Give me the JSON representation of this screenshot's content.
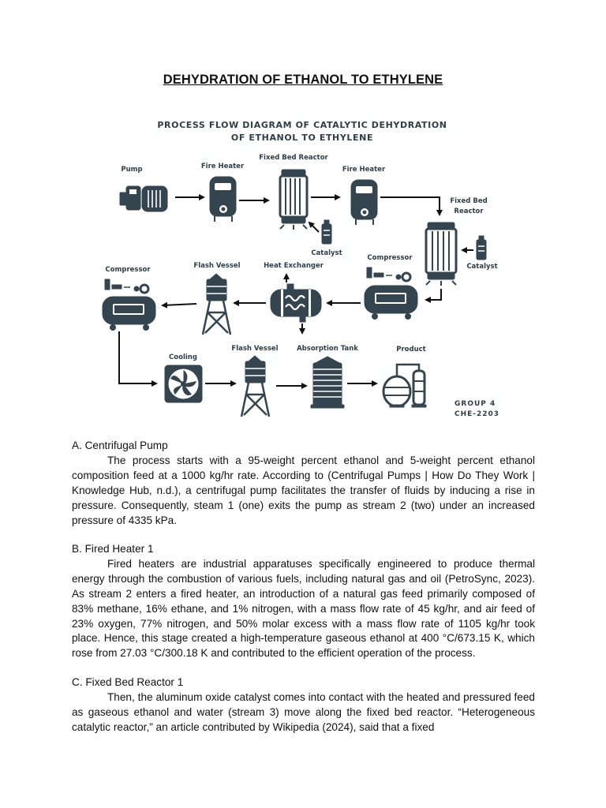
{
  "document": {
    "title": "DEHYDRATION OF ETHANOL TO ETHYLENE"
  },
  "diagram": {
    "title_line1": "PROCESS FLOW DIAGRAM OF CATALYTIC DEHYDRATION",
    "title_line2": "OF ETHANOL TO ETHYLENE",
    "labels": {
      "pump": "Pump",
      "fire_heater_1": "Fire Heater",
      "fixed_bed_reactor_1": "Fixed Bed Reactor",
      "fire_heater_2": "Fire Heater",
      "fixed_bed_reactor_2_line1": "Fixed Bed",
      "fixed_bed_reactor_2_line2": "Reactor",
      "catalyst_1": "Catalyst",
      "catalyst_2": "Catalyst",
      "compressor_1": "Compressor",
      "heat_exchanger": "Heat Exchanger",
      "flash_vessel_1": "Flash Vessel",
      "compressor_2": "Compressor",
      "cooling": "Cooling",
      "flash_vessel_2": "Flash Vessel",
      "absorption_tank": "Absorption Tank",
      "product": "Product"
    },
    "group_line1": "GROUP 4",
    "group_line2": "CHE-2203",
    "colors": {
      "equipment": "#35454f",
      "arrows": "#111111"
    }
  },
  "sections": [
    {
      "heading": "A. Centrifugal Pump",
      "body": "The process starts with a 95-weight percent ethanol and 5-weight percent ethanol composition feed at a 1000 kg/hr rate. According to (Centrifugal Pumps | How Do They Work | Knowledge Hub, n.d.), a centrifugal pump facilitates the transfer of fluids by inducing a rise in pressure. Consequently, steam 1 (one) exits the pump as stream 2 (two) under an increased pressure of 4335 kPa."
    },
    {
      "heading": "B. Fired Heater 1",
      "body": "Fired heaters are industrial apparatuses specifically engineered to produce thermal energy through the combustion of various fuels, including natural gas and oil (PetroSync, 2023). As stream 2 enters a fired heater, an introduction of a natural gas feed primarily composed of 83% methane, 16% ethane, and 1% nitrogen, with a mass flow rate of 45 kg/hr, and air feed of 23% oxygen, 77% nitrogen, and 50% molar excess with a mass flow rate of 1105 kg/hr took place. Hence, this stage created a high-temperature gaseous ethanol at 400 °C/673.15 K, which rose from 27.03 °C/300.18 K and contributed to the efficient operation of the process."
    },
    {
      "heading": "C. Fixed Bed Reactor 1",
      "body": "Then, the aluminum oxide catalyst comes into contact with the heated and pressured feed as gaseous ethanol and water (stream 3) move along the fixed bed reactor. “Heterogeneous catalytic reactor,” an article contributed by Wikipedia (2024), said that a fixed"
    }
  ]
}
